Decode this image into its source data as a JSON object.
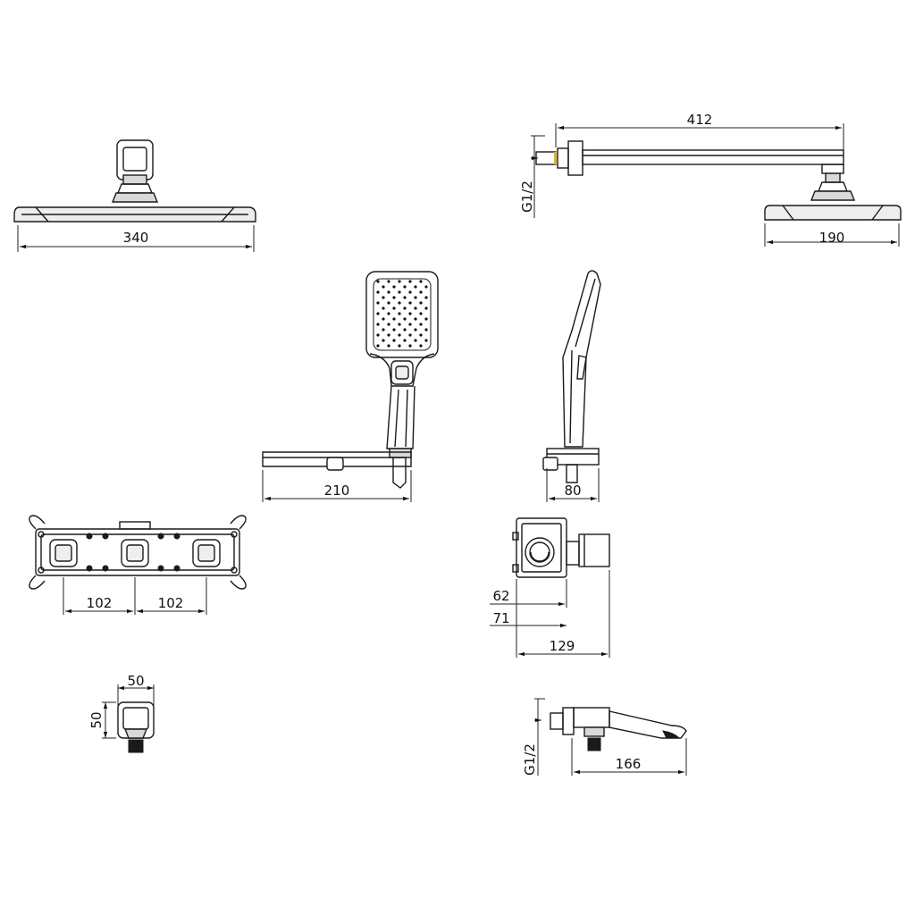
{
  "dimensions": {
    "shower_head_width": "340",
    "arm_length": "412",
    "arm_thread": "G1/2",
    "head_depth": "190",
    "hand_shower_width": "210",
    "holder_depth": "80",
    "valve_spacing_left": "102",
    "valve_spacing_right": "102",
    "valve_depth_min": "62",
    "valve_depth_mid": "71",
    "valve_depth_max": "129",
    "outlet_width": "50",
    "outlet_height": "50",
    "spout_thread": "G1/2",
    "spout_length": "166"
  }
}
